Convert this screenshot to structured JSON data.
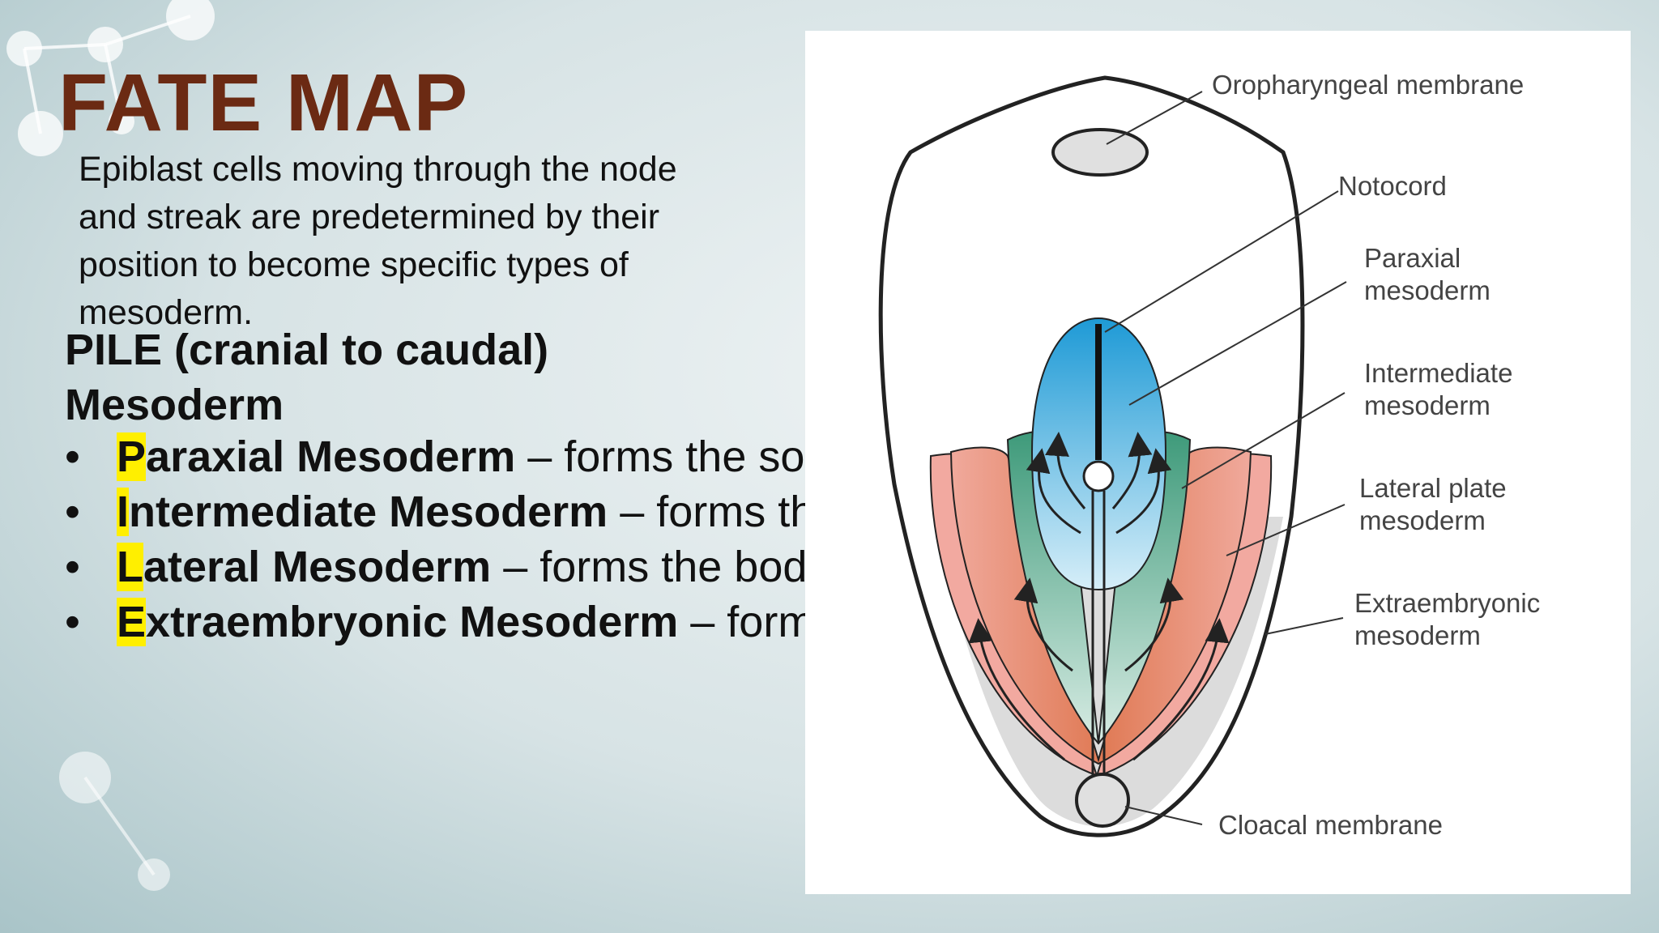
{
  "slide": {
    "title": "FATE MAP",
    "intro": "Epiblast cells moving through the node and streak are predetermined by their position to become specific types of mesoderm.",
    "subhead_line1": "PILE (cranial to caudal)",
    "subhead_line2": "Mesoderm",
    "bullet_glyph": "•",
    "items": [
      {
        "initial": "P",
        "term_rest": "araxial Mesoderm",
        "desc": " – forms the somites and somitomeres"
      },
      {
        "initial": "I",
        "term_rest": "ntermediate Mesoderm",
        "desc": " – forms the urogenital system"
      },
      {
        "initial": "L",
        "term_rest": "ateral Mesoderm",
        "desc": " – forms the body wall"
      },
      {
        "initial": "E",
        "term_rest": "xtraembryonic Mesoderm",
        "desc": " – forms the chorion"
      }
    ]
  },
  "diagram": {
    "labels": {
      "oropharyngeal": "Oropharyngeal membrane",
      "notocord": "Notocord",
      "paraxial_1": "Paraxial",
      "paraxial_2": "mesoderm",
      "intermediate_1": "Intermediate",
      "intermediate_2": "mesoderm",
      "lateral_1": "Lateral plate",
      "lateral_2": "mesoderm",
      "extra_1": "Extraembryonic",
      "extra_2": "mesoderm",
      "cloacal": "Cloacal membrane"
    }
  },
  "colors": {
    "title": "#6b2a13",
    "highlight": "#ffef00",
    "paraxial": "#3aa7dc",
    "intermediate": "#3e9a7a",
    "lateral": "#e07a55",
    "extraembryonic": "#f2a9a0",
    "embryo": "#e3e3e3"
  }
}
